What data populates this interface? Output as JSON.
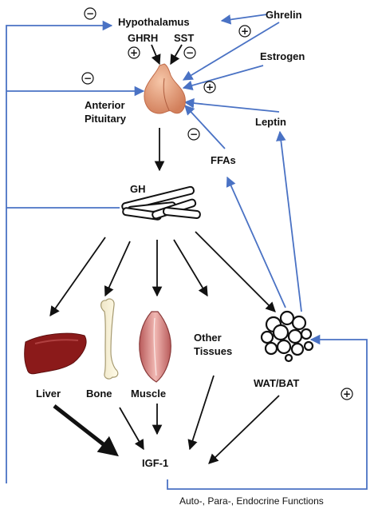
{
  "labels": {
    "hypothalamus": "Hypothalamus",
    "ghrelin": "Ghrelin",
    "ghrh": "GHRH",
    "sst": "SST",
    "estrogen": "Estrogen",
    "anterior": "Anterior",
    "pituitary": "Pituitary",
    "leptin": "Leptin",
    "ffas": "FFAs",
    "gh": "GH",
    "other": "Other",
    "tissues": "Tissues",
    "liver": "Liver",
    "bone": "Bone",
    "muscle": "Muscle",
    "wat_bat": "WAT/BAT",
    "igf1": "IGF-1",
    "functions": "Auto-, Para-, Endocrine Functions"
  },
  "signs": {
    "minus": "−",
    "plus": "+"
  },
  "colors": {
    "feedback_arrow": "#4a72c4",
    "main_arrow": "#111111",
    "liver": "#8b1a1a",
    "muscle": "#d98a8a",
    "pituitary": "#e8a07c"
  }
}
